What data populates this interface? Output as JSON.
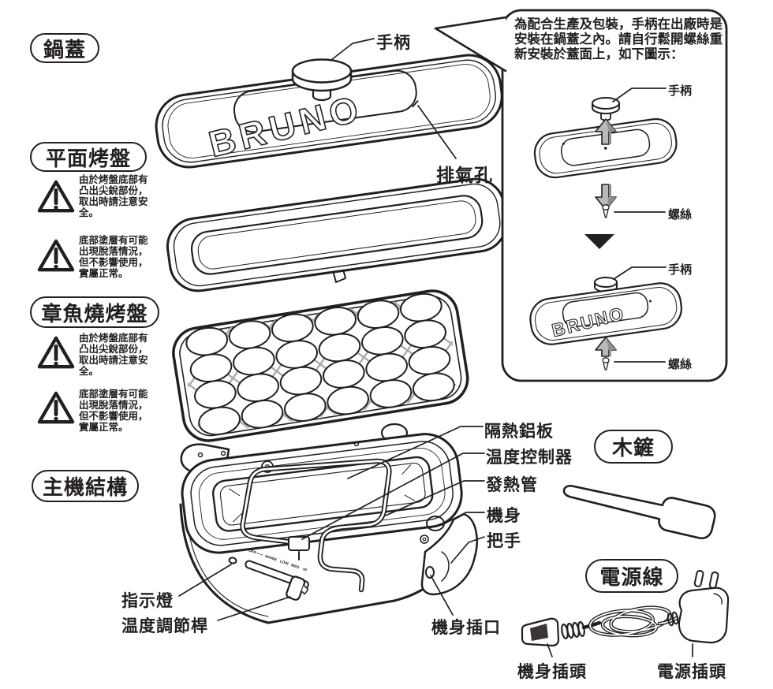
{
  "page": {
    "bg": "#ffffff",
    "ink": "#231f20",
    "lattice_gray": "#ababab",
    "arrow_gray": "#b9b9b9"
  },
  "badges": {
    "pot_lid": "鍋蓋",
    "flat_plate": "平面烤盤",
    "takoyaki_plate": "章魚燒烤盤",
    "main_unit": "主機結構",
    "wooden_spatula": "木鏟",
    "power_cord": "電源線"
  },
  "labels": {
    "handle": "手柄",
    "vent_hole": "排氣孔",
    "insulation_plate": "隔熱鋁板",
    "temp_controller": "温度控制器",
    "heating_tube": "發熱管",
    "body": "機身",
    "side_handle": "把手",
    "indicator_light": "指示燈",
    "temp_lever": "温度調節桿",
    "body_socket": "機身插口",
    "body_plug": "機身插頭",
    "power_plug": "電源插頭",
    "screw": "螺絲",
    "brand": "BRUNO"
  },
  "warnings": {
    "sharp_lines": [
      "由於烤盤底部有",
      "凸出尖銳部份，",
      "取出時請注意安",
      "全。"
    ],
    "coating_lines": [
      "底部塗層有可能",
      "出現脫落情況，",
      "但不影響使用，",
      "實屬正常。"
    ]
  },
  "callout": {
    "lines": [
      "為配合生產及包裝，手柄在出廠時是",
      "安裝在鍋蓋之內。請自行鬆開螺絲重",
      "新安裝於蓋面上，如下圖示："
    ]
  },
  "control_panel": {
    "off": "OFF",
    "warm": "WARM",
    "low": "LOW",
    "med": "MED",
    "hi": "HI"
  }
}
